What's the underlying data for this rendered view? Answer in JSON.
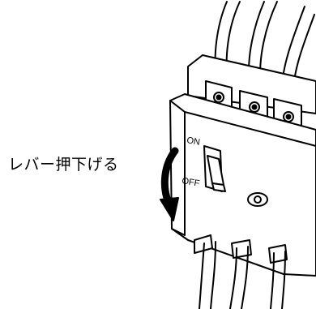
{
  "instruction_label": "レバー押下げる",
  "panel_labels": {
    "on": "ON",
    "off": "OFF"
  },
  "colors": {
    "line": "#000000",
    "background": "#ffffff",
    "arrow": "#000000"
  },
  "icons": {
    "arrow": "curved-down-arrow-icon",
    "lever": "toggle-lever-icon"
  }
}
